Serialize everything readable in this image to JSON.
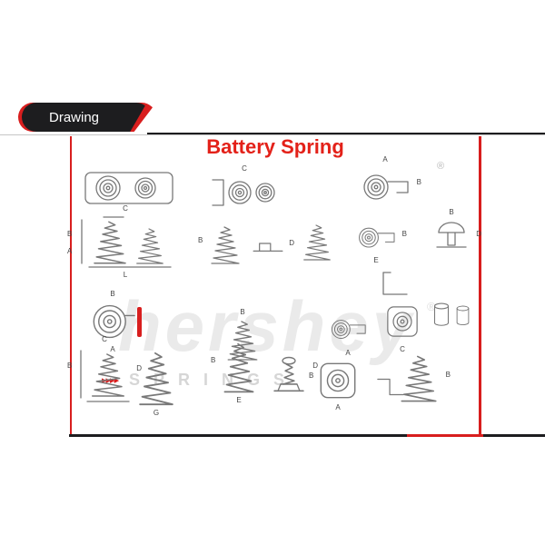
{
  "tab": {
    "label": "Drawing"
  },
  "panel": {
    "title": "Battery Spring",
    "registered_mark": "®"
  },
  "watermark": {
    "brand": "hershey",
    "sub": "SPRINGS",
    "arrows": "▸▸▸▸",
    "registered_mark": "®"
  },
  "colors": {
    "accent_red": "#d81e1e",
    "tab_dark": "#1d1d1f",
    "title_red": "#e32119",
    "drawing_stroke": "#787878",
    "watermark_gray": "#eaeaea"
  },
  "diagrams": [
    {
      "type": "coil-pair",
      "labels": []
    },
    {
      "type": "coil-pair-with-bracket",
      "labels": [
        "C"
      ]
    },
    {
      "type": "coil-with-clip",
      "labels": [
        "A",
        "B"
      ]
    },
    {
      "type": "cone-spring-dimensioned",
      "labels": [
        "C",
        "B",
        "A",
        "L"
      ]
    },
    {
      "type": "cone-spring",
      "labels": [
        "B"
      ]
    },
    {
      "type": "flat-bracket",
      "labels": [
        "D"
      ]
    },
    {
      "type": "cone-spring",
      "labels": []
    },
    {
      "type": "coil-with-clip",
      "labels": [
        "B",
        "E"
      ]
    },
    {
      "type": "mushroom-contact",
      "labels": [
        "B",
        "D"
      ]
    },
    {
      "type": "l-bracket",
      "labels": []
    },
    {
      "type": "torsion-coil-top-view",
      "labels": [
        "B",
        "A"
      ]
    },
    {
      "type": "cone-spring",
      "labels": [
        "B"
      ]
    },
    {
      "type": "coil-with-clip",
      "labels": [
        "A"
      ]
    },
    {
      "type": "coil-in-box",
      "labels": [
        "C"
      ]
    },
    {
      "type": "cylinder-pair",
      "labels": []
    },
    {
      "type": "cone-spring-dimensioned",
      "labels": [
        "C",
        "D",
        "B"
      ]
    },
    {
      "type": "cone-spring-tall",
      "labels": [
        "G"
      ]
    },
    {
      "type": "cone-spring",
      "labels": [
        "B",
        "E"
      ]
    },
    {
      "type": "flat-spring-with-base",
      "labels": [
        "D"
      ]
    },
    {
      "type": "coil-in-box",
      "labels": [
        "B",
        "A"
      ]
    },
    {
      "type": "z-bracket",
      "labels": []
    },
    {
      "type": "cone-spring-wide",
      "labels": [
        "B"
      ]
    }
  ]
}
